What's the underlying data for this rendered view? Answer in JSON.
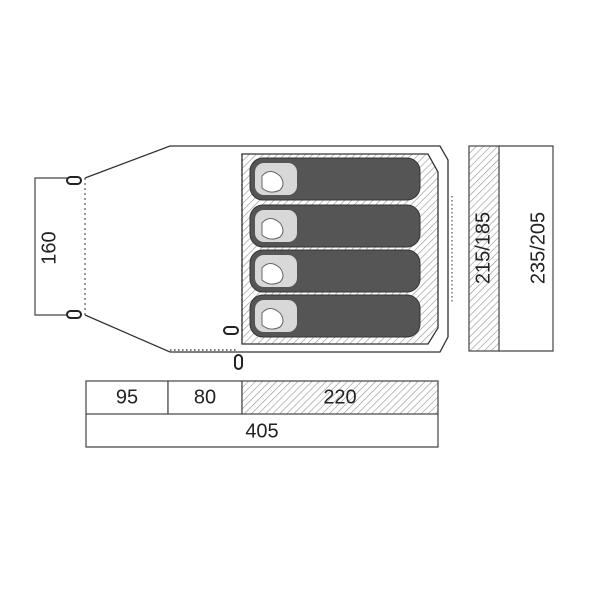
{
  "dimensions": {
    "vestibule_depth": "95",
    "vestibule_front": "80",
    "inner_length": "220",
    "total_length": "405",
    "entrance_width": "160",
    "inner_width": "215/185",
    "outer_width": "235/205"
  },
  "sleeping_bags": 4,
  "colors": {
    "line": "#333333",
    "bag_fill": "#555555",
    "hatch": "#999999",
    "background": "#ffffff"
  },
  "icons": [
    "tent-peg-icon",
    "sleeping-bag-icon",
    "sleeper-head-icon"
  ]
}
